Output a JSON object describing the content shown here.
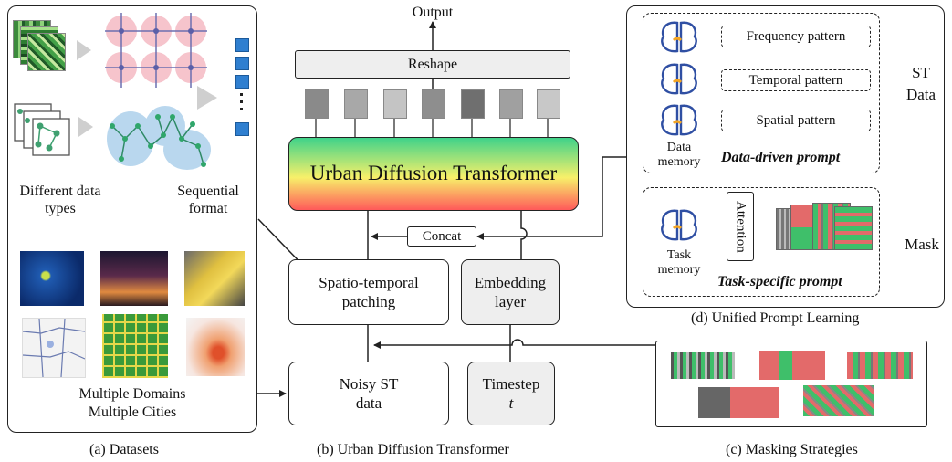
{
  "captions": {
    "a": "(a) Datasets",
    "b": "(b) Urban Diffusion Transformer",
    "c": "(c) Masking Strategies",
    "d": "(d) Unified Prompt Learning"
  },
  "datasets": {
    "different_data_types": "Different data types",
    "sequential_format": "Sequential format",
    "domains_line1": "Multiple Domains",
    "domains_line2": "Multiple Cities"
  },
  "udt": {
    "output": "Output",
    "reshape": "Reshape",
    "transformer": "Urban Diffusion Transformer",
    "concat": "Concat",
    "patching": "Spatio-temporal patching",
    "embedding": "Embedding layer",
    "noisy": "Noisy ST data",
    "timestep": "Timestep",
    "timestep_symbol": "t",
    "token_shades": [
      "#8a8a8a",
      "#a8a8a8",
      "#c4c4c4",
      "#8e8e8e",
      "#6f6f6f",
      "#a0a0a0",
      "#c8c8c8"
    ]
  },
  "prompt": {
    "frequency": "Frequency pattern",
    "temporal": "Temporal pattern",
    "spatial": "Spatial pattern",
    "st_data_line1": "ST",
    "st_data_line2": "Data",
    "data_memory_line1": "Data",
    "data_memory_line2": "memory",
    "data_driven": "Data-driven prompt",
    "attention": "Attention",
    "mask": "Mask",
    "task_memory_line1": "Task",
    "task_memory_line2": "memory",
    "task_specific": "Task-specific prompt"
  },
  "colors": {
    "brain_stroke": "#2f4fa3",
    "brain_accent": "#f5a623",
    "gradient_top": "#3fd28a",
    "gradient_mid": "#f7f06a",
    "gradient_bottom": "#ff5a5a",
    "token_blue": "#2f7fd0",
    "pink_bg": "#f6c4cc",
    "graph_bg": "#b9d7ee",
    "graph_node": "#2fa66a",
    "mask_red": "#e36a6a",
    "mask_green": "#3fbf6a"
  }
}
